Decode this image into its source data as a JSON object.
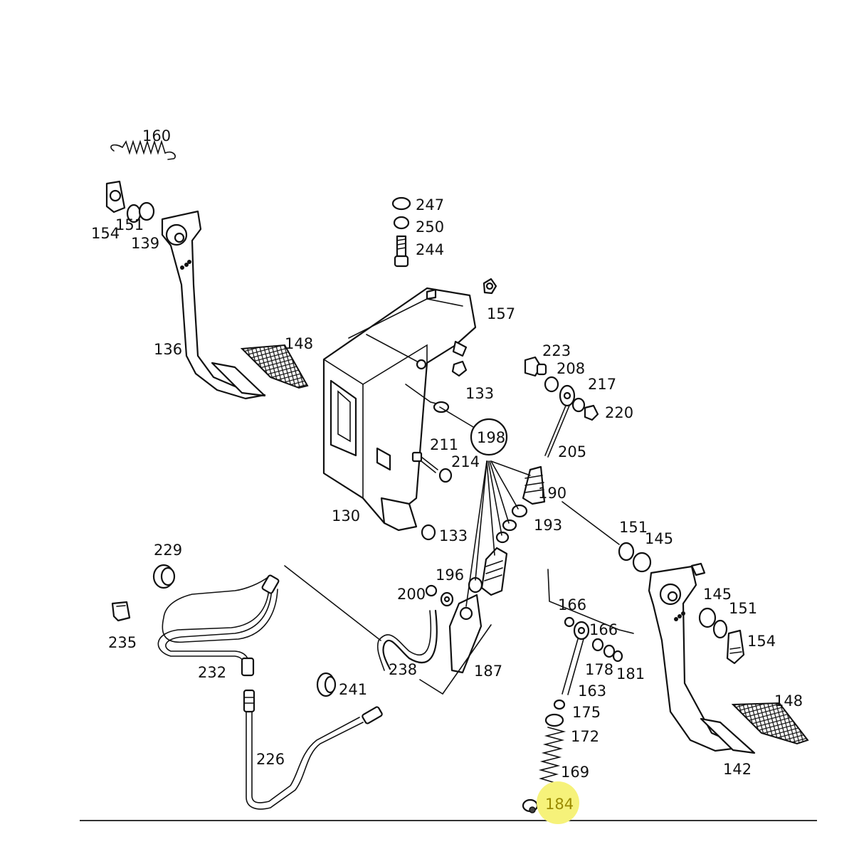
{
  "diagram": {
    "highlight_color": "#f6f27a",
    "highlighted_label": "184",
    "labels": {
      "p160": "160",
      "p154a": "154",
      "p151a": "151",
      "p139": "139",
      "p136": "136",
      "p148a": "148",
      "p247": "247",
      "p250": "250",
      "p244": "244",
      "p157": "157",
      "p133a": "133",
      "p223": "223",
      "p208": "208",
      "p217": "217",
      "p220": "220",
      "p198": "198",
      "p211": "211",
      "p214": "214",
      "p205": "205",
      "p190": "190",
      "p130": "130",
      "p133b": "133",
      "p193": "193",
      "p151b": "151",
      "p145a": "145",
      "p229": "229",
      "p196": "196",
      "p200": "200",
      "p145b": "145",
      "p151c": "151",
      "p166a": "166",
      "p166b": "166",
      "p154b": "154",
      "p235": "235",
      "p178": "178",
      "p181": "181",
      "p232": "232",
      "p238": "238",
      "p187": "187",
      "p241": "241",
      "p163": "163",
      "p148b": "148",
      "p175": "175",
      "p172": "172",
      "p226": "226",
      "p169": "169",
      "p142": "142",
      "p184": "184"
    }
  }
}
